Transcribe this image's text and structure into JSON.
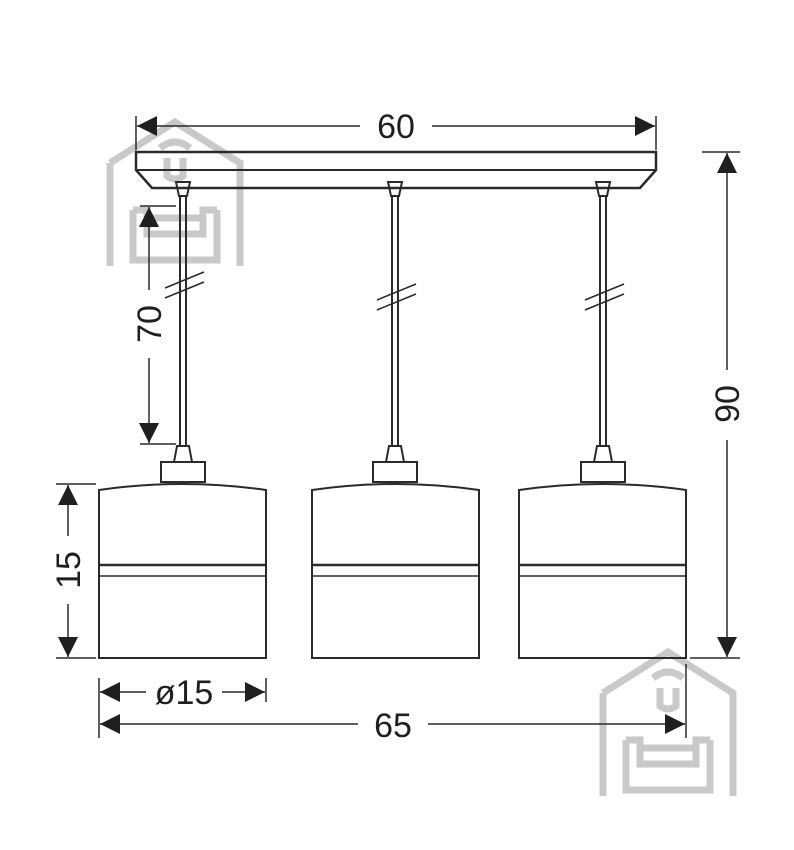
{
  "dimensions": {
    "canopy_width": "60",
    "total_height": "90",
    "cable_length": "70",
    "shade_height": "15",
    "shade_diameter": "ø15",
    "total_width": "65"
  },
  "colors": {
    "line": "#2a2a2a",
    "watermark": "#c9c9c9",
    "background": "#ffffff"
  },
  "icons": {
    "watermark": "house-with-sofa-icon"
  }
}
